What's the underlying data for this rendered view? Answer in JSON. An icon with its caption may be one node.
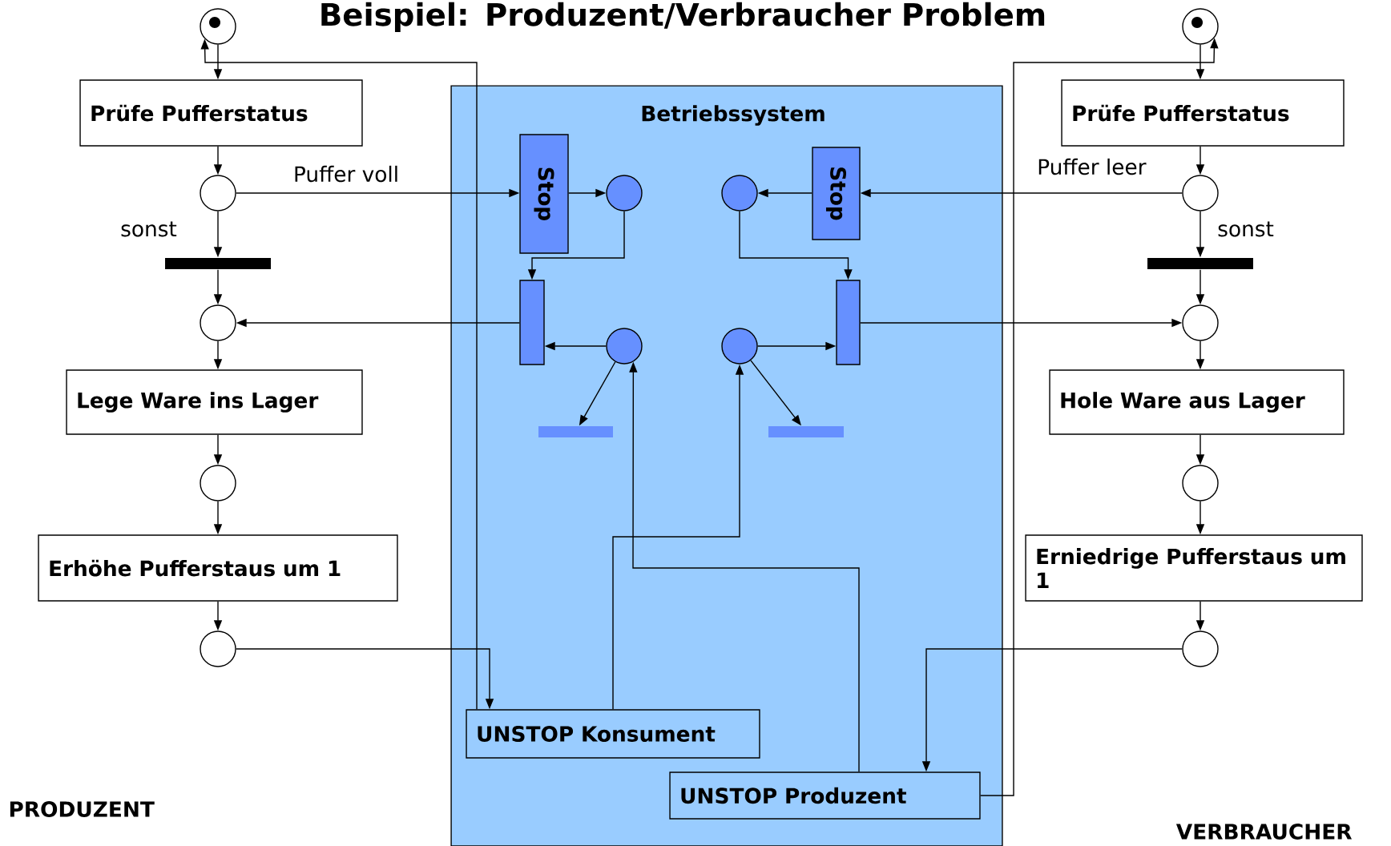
{
  "diagram": {
    "title": "Beispiel: Produzent/Verbraucher Problem",
    "nodes": [
      {
        "text": [],
        "shape": "circle"
      },
      {
        "text": [
          "Prüfe Pufferstatus"
        ]
      },
      {
        "text": [],
        "shape": "circle"
      },
      {
        "text": [],
        "shape": "bar"
      },
      {
        "text": [],
        "shape": "circle"
      },
      {
        "text": [
          "Lege Ware ins Lager"
        ]
      },
      {
        "text": [],
        "shape": "circle"
      },
      {
        "text": [
          "Erhöhe Pufferstaus um 1"
        ]
      },
      {
        "text": [],
        "shape": "circle"
      },
      {
        "text": [
          "Betriebssystem"
        ]
      },
      {
        "text": [
          "Stop"
        ],
        "in": 9
      },
      {
        "text": [],
        "shape": "circle",
        "in": 9
      },
      {
        "text": [],
        "shape": "circle",
        "in": 9
      },
      {
        "text": [
          "Stop"
        ],
        "in": 9
      },
      {
        "text": [],
        "shape": "box",
        "in": 9
      },
      {
        "text": [],
        "shape": "box",
        "in": 9
      },
      {
        "text": [],
        "shape": "circle",
        "in": 9
      },
      {
        "text": [],
        "shape": "circle",
        "in": 9
      },
      {
        "text": [],
        "shape": "bar",
        "in": 9
      },
      {
        "text": [],
        "shape": "bar",
        "in": 9
      },
      {
        "text": [
          "UNSTOP Konsument"
        ],
        "in": 9
      },
      {
        "text": [
          "UNSTOP Produzent"
        ],
        "in": 9
      },
      {
        "text": [],
        "shape": "circle"
      },
      {
        "text": [
          "Prüfe Pufferstatus"
        ]
      },
      {
        "text": [],
        "shape": "circle"
      },
      {
        "text": [],
        "shape": "bar"
      },
      {
        "text": [],
        "shape": "circle"
      },
      {
        "text": [
          "Hole Ware aus Lager"
        ]
      },
      {
        "text": [],
        "shape": "circle"
      },
      {
        "text": [
          "Erniedrige Pufferstaus um 1"
        ]
      },
      {
        "text": [],
        "shape": "circle"
      }
    ],
    "edges": [
      {
        "from": 0,
        "to": 1,
        "arrow": "to"
      },
      {
        "from": 1,
        "to": 2,
        "arrow": "to"
      },
      {
        "from": 2,
        "to": 3,
        "arrow": "to",
        "label": "sonst"
      },
      {
        "from": 3,
        "to": 4,
        "arrow": "to"
      },
      {
        "from": 4,
        "to": 5,
        "arrow": "to"
      },
      {
        "from": 5,
        "to": 6,
        "arrow": "to"
      },
      {
        "from": 6,
        "to": 7,
        "arrow": "to"
      },
      {
        "from": 7,
        "to": 8,
        "arrow": "to"
      },
      {
        "from": 2,
        "to": 10,
        "arrow": "to",
        "label": "Puffer voll"
      },
      {
        "from": 10,
        "to": 11,
        "arrow": "to"
      },
      {
        "from": 11,
        "to": 14,
        "arrow": "to"
      },
      {
        "from": 16,
        "to": 14,
        "arrow": "to"
      },
      {
        "from": 14,
        "to": 4,
        "arrow": "to"
      },
      {
        "from": 16,
        "to": 18,
        "arrow": "to"
      },
      {
        "from": 8,
        "to": 20,
        "arrow": "to"
      },
      {
        "from": 20,
        "to": 0,
        "arrow": "to"
      },
      {
        "from": 20,
        "to": 17,
        "arrow": "to"
      },
      {
        "from": 21,
        "to": 16,
        "arrow": "to"
      },
      {
        "from": 22,
        "to": 23,
        "arrow": "to"
      },
      {
        "from": 23,
        "to": 24,
        "arrow": "to"
      },
      {
        "from": 24,
        "to": 25,
        "arrow": "to",
        "label": "sonst"
      },
      {
        "from": 25,
        "to": 26,
        "arrow": "to"
      },
      {
        "from": 26,
        "to": 27,
        "arrow": "to"
      },
      {
        "from": 27,
        "to": 28,
        "arrow": "to"
      },
      {
        "from": 28,
        "to": 29,
        "arrow": "to"
      },
      {
        "from": 29,
        "to": 30,
        "arrow": "to"
      },
      {
        "from": 24,
        "to": 13,
        "arrow": "to",
        "label": "Puffer leer"
      },
      {
        "from": 13,
        "to": 12,
        "arrow": "to"
      },
      {
        "from": 12,
        "to": 15,
        "arrow": "to"
      },
      {
        "from": 17,
        "to": 15,
        "arrow": "to"
      },
      {
        "from": 15,
        "to": 26,
        "arrow": "to"
      },
      {
        "from": 17,
        "to": 19,
        "arrow": "to"
      },
      {
        "from": 30,
        "to": 21,
        "arrow": "to"
      },
      {
        "from": 21,
        "to": 22,
        "arrow": "to"
      }
    ],
    "labels": [
      "PRODUZENT",
      "VERBRAUCHER"
    ]
  }
}
